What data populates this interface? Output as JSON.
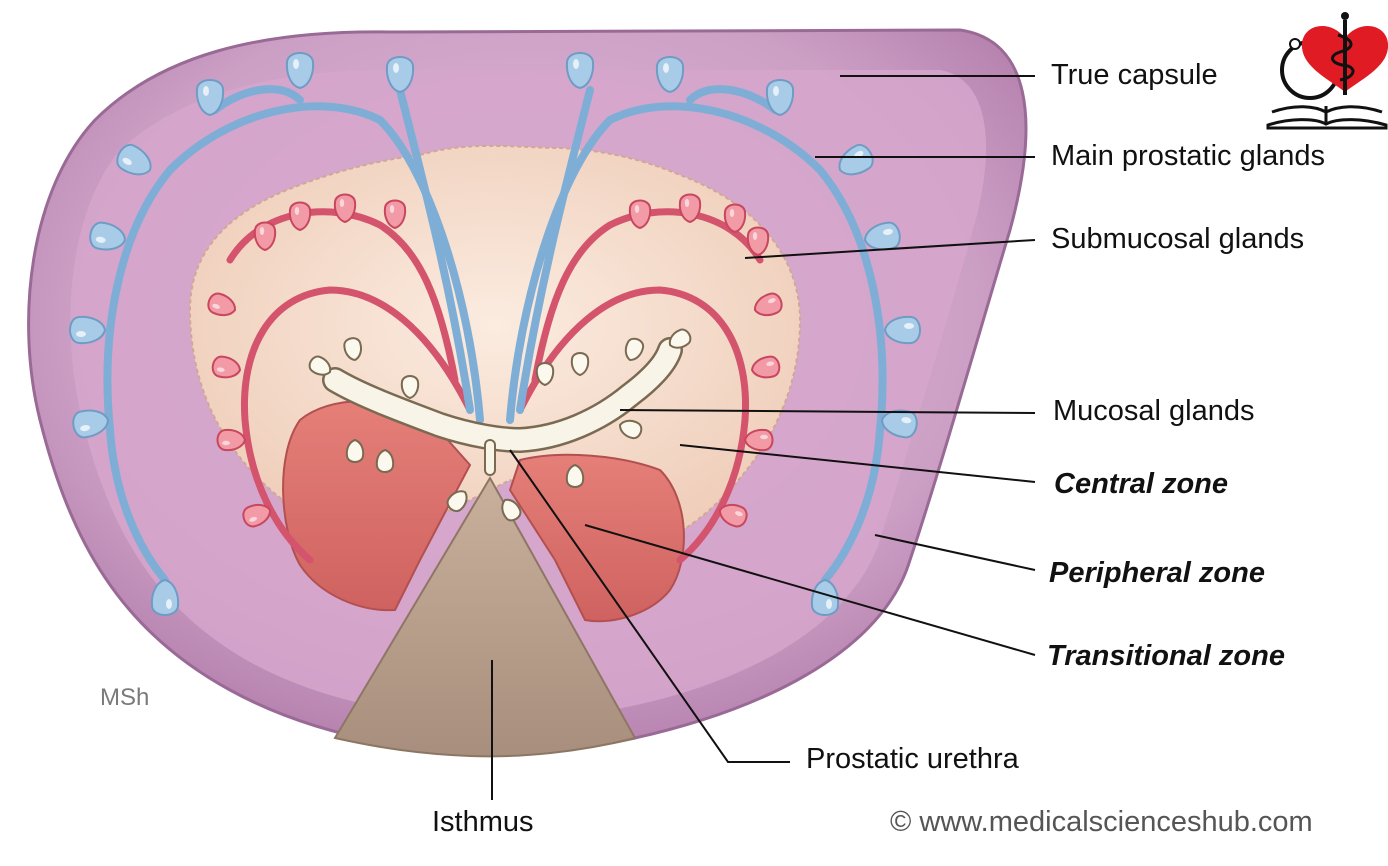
{
  "labels": {
    "true_capsule": "True capsule",
    "main_prostatic_glands": "Main prostatic glands",
    "submucosal_glands": "Submucosal glands",
    "mucosal_glands": "Mucosal glands",
    "central_zone": "Central zone",
    "peripheral_zone": "Peripheral zone",
    "transitional_zone": "Transitional zone",
    "prostatic_urethra": "Prostatic urethra",
    "isthmus": "Isthmus"
  },
  "signature": "MSh",
  "copyright": "© www.medicalscienceshub.com",
  "logo_icon": "heart-caduceus-book-logo",
  "colors": {
    "capsule": "#c79ac0",
    "peripheral": "#d8a8cf",
    "central": "#f3dcc8",
    "transitional": "#d9706c",
    "isthmus": "#b39a86",
    "blue_glands": "#9cc6e4",
    "red_glands": "#e86a7d",
    "urethra": "#f7f3e8",
    "logo_heart": "#e01b24"
  }
}
